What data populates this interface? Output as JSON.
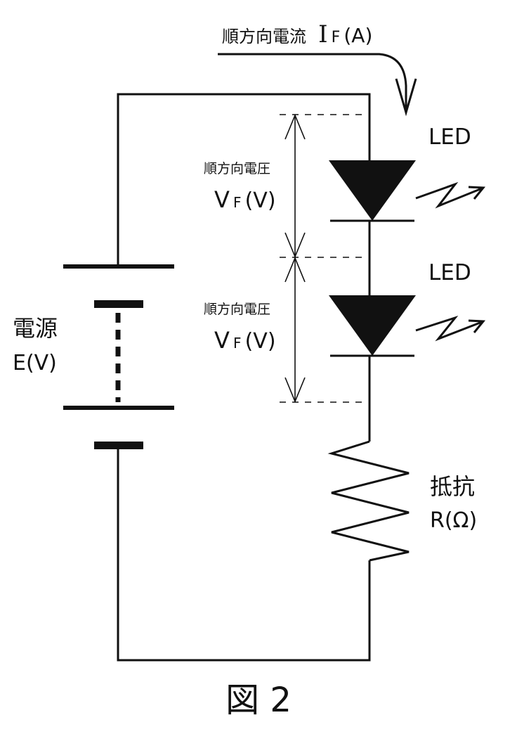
{
  "current_label": {
    "prefix": "順方向電流",
    "symbol": "I",
    "subscript": "F",
    "unit": "(A)"
  },
  "led_labels": [
    "LED",
    "LED"
  ],
  "forward_voltage": [
    {
      "title": "順方向電圧",
      "symbol": "V",
      "subscript": "F",
      "unit": "(V)"
    },
    {
      "title": "順方向電圧",
      "symbol": "V",
      "subscript": "F",
      "unit": "(V)"
    }
  ],
  "power_source": {
    "title": "電源",
    "label": "E(V)"
  },
  "resistor": {
    "title": "抵抗",
    "label": "R(Ω)"
  },
  "figure_caption": "図 2"
}
